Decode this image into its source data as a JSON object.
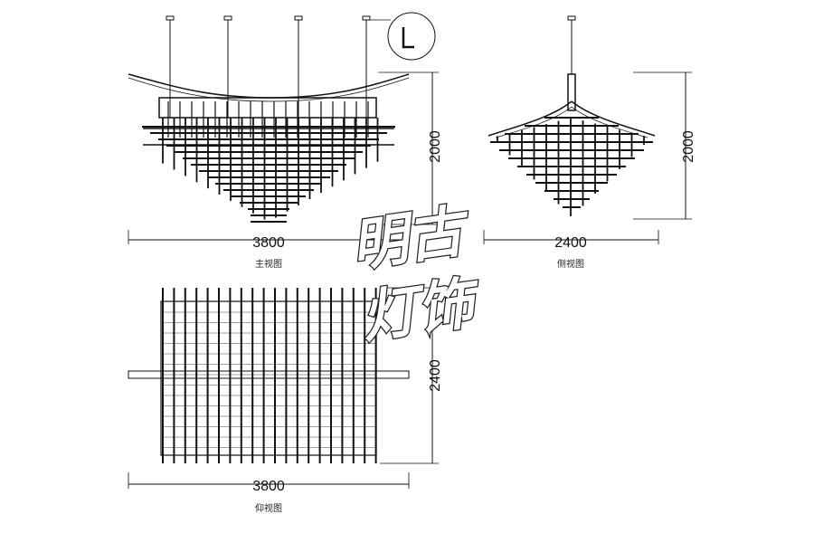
{
  "views": {
    "front": {
      "caption": "主视图",
      "width_label": "3800",
      "height_label": "2000"
    },
    "side": {
      "caption": "侧视图",
      "width_label": "2400",
      "height_label": "2000"
    },
    "bottom": {
      "caption": "仰视图",
      "width_label": "3800",
      "height_label": "2400"
    }
  },
  "watermark": {
    "line1": "明古",
    "line2": "灯饰"
  },
  "colors": {
    "line": "#111111",
    "background": "#ffffff"
  }
}
